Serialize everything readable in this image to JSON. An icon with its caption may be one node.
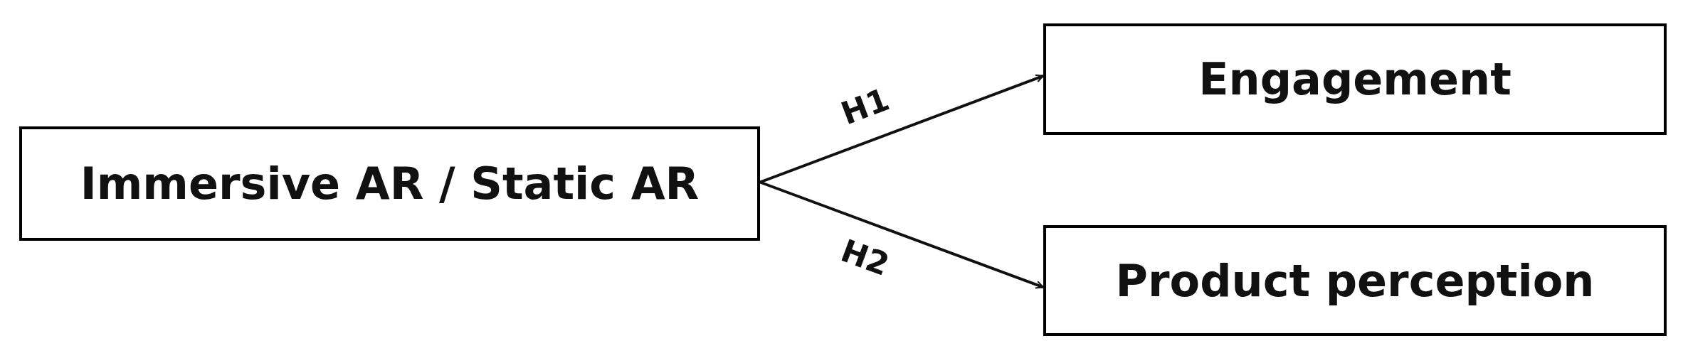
{
  "diagram": {
    "nodes": [
      {
        "text": [
          "Immersive AR / Static AR"
        ]
      },
      {
        "text": [
          "Engagement"
        ]
      },
      {
        "text": [
          "Product perception"
        ]
      }
    ],
    "edges": [
      {
        "from": 0,
        "to": 1,
        "arrow": "to",
        "label": "H1"
      },
      {
        "from": 0,
        "to": 2,
        "arrow": "to",
        "label": "H2"
      }
    ]
  }
}
